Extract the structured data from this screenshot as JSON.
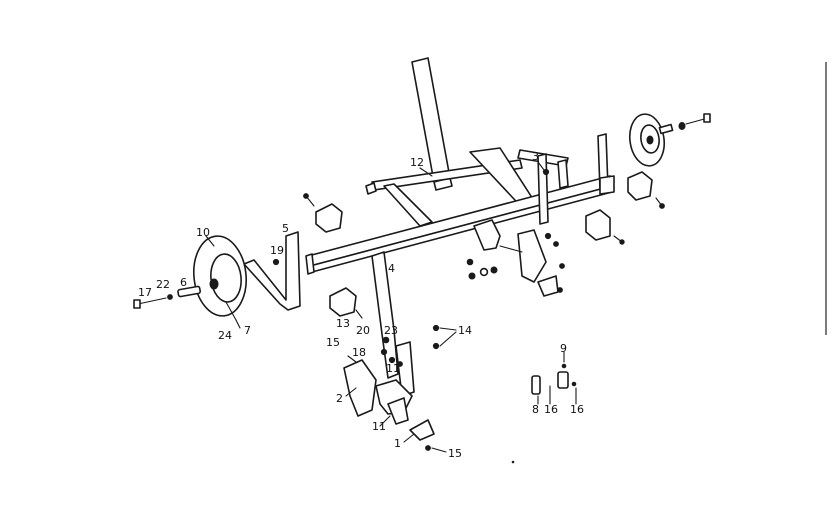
{
  "diagram": {
    "callouts": [
      {
        "id": "1",
        "text": "1"
      },
      {
        "id": "2",
        "text": "2"
      },
      {
        "id": "3",
        "text": "3"
      },
      {
        "id": "4",
        "text": "4"
      },
      {
        "id": "5",
        "text": "5"
      },
      {
        "id": "6",
        "text": "6"
      },
      {
        "id": "7",
        "text": "7"
      },
      {
        "id": "8",
        "text": "8"
      },
      {
        "id": "9",
        "text": "9"
      },
      {
        "id": "10",
        "text": "10"
      },
      {
        "id": "11a",
        "text": "11"
      },
      {
        "id": "11b",
        "text": "11"
      },
      {
        "id": "12",
        "text": "12"
      },
      {
        "id": "13",
        "text": "13"
      },
      {
        "id": "14",
        "text": "14"
      },
      {
        "id": "15a",
        "text": "15"
      },
      {
        "id": "15b",
        "text": "15"
      },
      {
        "id": "16a",
        "text": "16"
      },
      {
        "id": "16b",
        "text": "16"
      },
      {
        "id": "17",
        "text": "17"
      },
      {
        "id": "18",
        "text": "18"
      },
      {
        "id": "19",
        "text": "19"
      },
      {
        "id": "20",
        "text": "20"
      },
      {
        "id": "22",
        "text": "22"
      },
      {
        "id": "23",
        "text": "23"
      },
      {
        "id": "24",
        "text": "24"
      }
    ]
  }
}
